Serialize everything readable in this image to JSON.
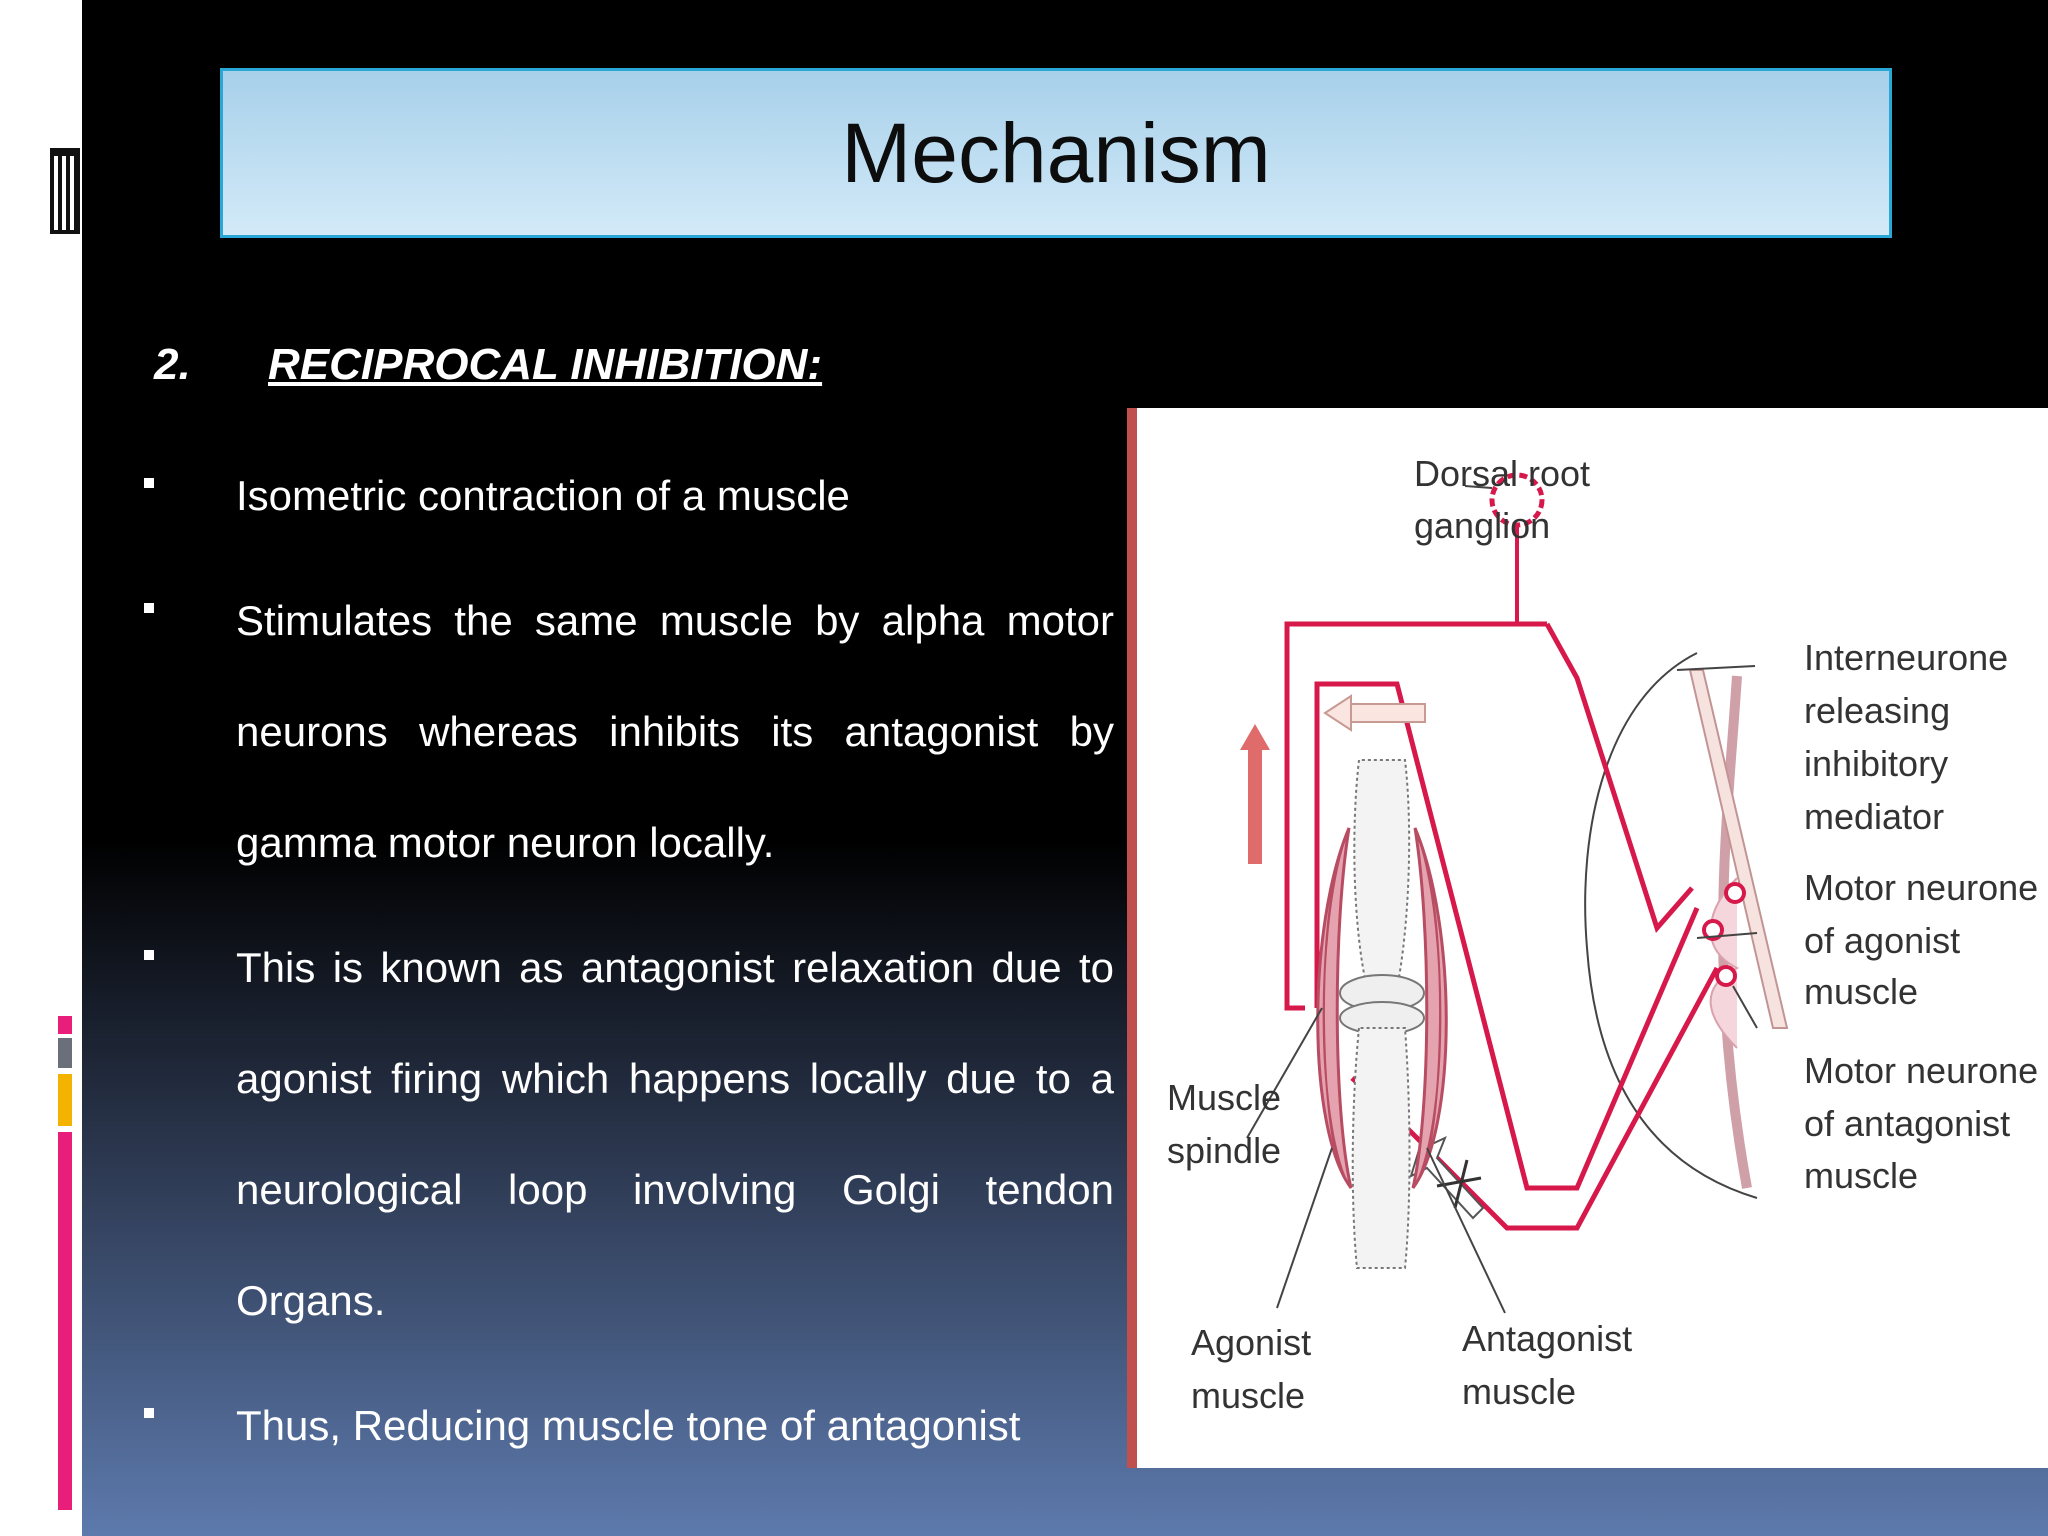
{
  "slide": {
    "title": "Mechanism",
    "heading_number": "2.",
    "heading_text": "RECIPROCAL INHIBITION:",
    "bullets": [
      "Isometric contraction of a muscle",
      "Stimulates the same muscle by alpha motor neurons whereas inhibits its antagonist by gamma motor neuron locally.",
      "This is known as antagonist relaxation due to agonist firing which happens locally due to a neurological loop involving Golgi tendon Organs.",
      "Thus, Reducing muscle tone of antagonist"
    ]
  },
  "diagram": {
    "labels": {
      "dorsal_root_1": "Dorsal root",
      "dorsal_root_2": "ganglion",
      "interneurone_1": "Interneurone",
      "interneurone_2": "releasing",
      "interneurone_3": "inhibitory",
      "interneurone_4": "mediator",
      "motor_agonist_1": "Motor neurone",
      "motor_agonist_2": "of agonist",
      "motor_agonist_3": "muscle",
      "motor_antagonist_1": "Motor neurone",
      "motor_antagonist_2": "of antagonist",
      "motor_antagonist_3": "muscle",
      "muscle_spindle_1": "Muscle",
      "muscle_spindle_2": "spindle",
      "agonist_1": "Agonist",
      "agonist_2": "muscle",
      "antagonist_1": "Antagonist",
      "antagonist_2": "muscle"
    }
  },
  "colors": {
    "nerve": "#d6194a",
    "muscle": "#c9566a",
    "title_border": "#29a8d8",
    "diagram_border": "#c0504d",
    "accent_pink": "#e91e7a",
    "accent_orange": "#f5b301",
    "accent_gray": "#6b6f7a"
  }
}
